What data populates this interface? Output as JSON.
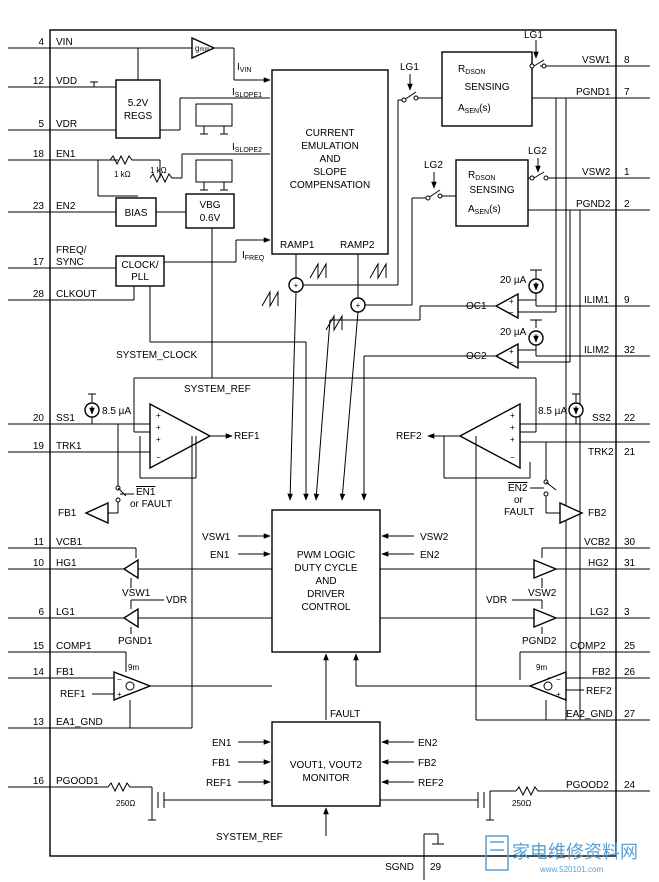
{
  "pins_left": [
    {
      "num": "4",
      "name": "VIN"
    },
    {
      "num": "12",
      "name": "VDD"
    },
    {
      "num": "5",
      "name": "VDR"
    },
    {
      "num": "18",
      "name": "EN1"
    },
    {
      "num": "23",
      "name": "EN2"
    },
    {
      "num": "17",
      "name": "FREQ/"
    },
    {
      "num": "",
      "name": "SYNC"
    },
    {
      "num": "28",
      "name": "CLKOUT"
    },
    {
      "num": "20",
      "name": "SS1"
    },
    {
      "num": "19",
      "name": "TRK1"
    },
    {
      "num": "11",
      "name": "VCB1"
    },
    {
      "num": "10",
      "name": "HG1"
    },
    {
      "num": "6",
      "name": "LG1"
    },
    {
      "num": "15",
      "name": "COMP1"
    },
    {
      "num": "14",
      "name": "FB1"
    },
    {
      "num": "13",
      "name": "EA1_GND"
    },
    {
      "num": "16",
      "name": "PGOOD1"
    }
  ],
  "pins_right": [
    {
      "num": "8",
      "name": "VSW1"
    },
    {
      "num": "7",
      "name": "PGND1"
    },
    {
      "num": "1",
      "name": "VSW2"
    },
    {
      "num": "2",
      "name": "PGND2"
    },
    {
      "num": "9",
      "name": "ILIM1"
    },
    {
      "num": "32",
      "name": "ILIM2"
    },
    {
      "num": "22",
      "name": "SS2"
    },
    {
      "num": "21",
      "name": "TRK2"
    },
    {
      "num": "30",
      "name": "VCB2"
    },
    {
      "num": "31",
      "name": "HG2"
    },
    {
      "num": "3",
      "name": "LG2"
    },
    {
      "num": "25",
      "name": "COMP2"
    },
    {
      "num": "26",
      "name": "FB2"
    },
    {
      "num": "27",
      "name": "EA2_GND"
    },
    {
      "num": "24",
      "name": "PGOOD2"
    }
  ],
  "pin_bottom": {
    "num": "29",
    "name": "SGND"
  },
  "blocks": {
    "regs": [
      "5.2V",
      "REGS"
    ],
    "bias": "BIAS",
    "vbg": [
      "VBG",
      "0.6V"
    ],
    "clock": [
      "CLOCK/",
      "PLL"
    ],
    "emulation": [
      "CURRENT",
      "EMULATION",
      "AND",
      "SLOPE",
      "COMPENSATION"
    ],
    "sensing1": [
      "R",
      "DSON",
      "SENSING",
      "A",
      "SEN",
      "(s)"
    ],
    "sensing2": [
      "R",
      "DSON",
      "SENSING",
      "A",
      "SEN",
      "(s)"
    ],
    "pwm": [
      "PWM LOGIC",
      "DUTY CYCLE",
      "AND",
      "DRIVER",
      "CONTROL"
    ],
    "monitor": [
      "VOUT1, VOUT2",
      "MONITOR"
    ]
  },
  "labels": {
    "gm": "g",
    "gm_sub": "mm",
    "ivin": "I",
    "ivin_sub": "VIN",
    "islope1": "I",
    "islope1_sub": "SLOPE1",
    "islope2": "I",
    "islope2_sub": "SLOPE2",
    "ifreq": "I",
    "ifreq_sub": "FREQ",
    "ramp1": "RAMP1",
    "ramp2": "RAMP2",
    "r1k_a": "1 kΩ",
    "r1k_b": "1 kΩ",
    "lg1": "LG1",
    "lg2": "LG2",
    "lg1_r": "LG1",
    "lg2_r": "LG2",
    "i20_1": "20 µA",
    "i20_2": "20 µA",
    "oc1": "OC1",
    "oc2": "OC2",
    "system_clock": "SYSTEM_CLOCK",
    "system_ref": "SYSTEM_REF",
    "i85_1": "8.5 µA",
    "i85_2": "8.5 µA",
    "ref1": "REF1",
    "ref2": "REF2",
    "en1_bar": "EN1",
    "or_fault": "or FAULT",
    "en2_bar": "EN2",
    "or": "or",
    "fault": "FAULT",
    "fb1_sw": "FB1",
    "fb2_sw": "FB2",
    "vsw1_in": "VSW1",
    "en1_in": "EN1",
    "vsw2_in": "VSW2",
    "en2_in": "EN2",
    "vsw1_d": "VSW1",
    "vdr_1": "VDR",
    "pgnd1_d": "PGND1",
    "vsw2_d": "VSW2",
    "vdr_2": "VDR",
    "pgnd2_d": "PGND2",
    "gm1": "9m",
    "gm2": "9m",
    "ref1_ea": "REF1",
    "ref2_ea": "REF2",
    "fault_m": "FAULT",
    "mon_en1": "EN1",
    "mon_fb1": "FB1",
    "mon_ref1": "REF1",
    "mon_en2": "EN2",
    "mon_fb2": "FB2",
    "mon_ref2": "REF2",
    "system_ref_b": "SYSTEM_REF",
    "r250_1": "250Ω",
    "r250_2": "250Ω"
  },
  "watermark": {
    "main": "家电维修资料网",
    "url": "www.520101.com"
  }
}
